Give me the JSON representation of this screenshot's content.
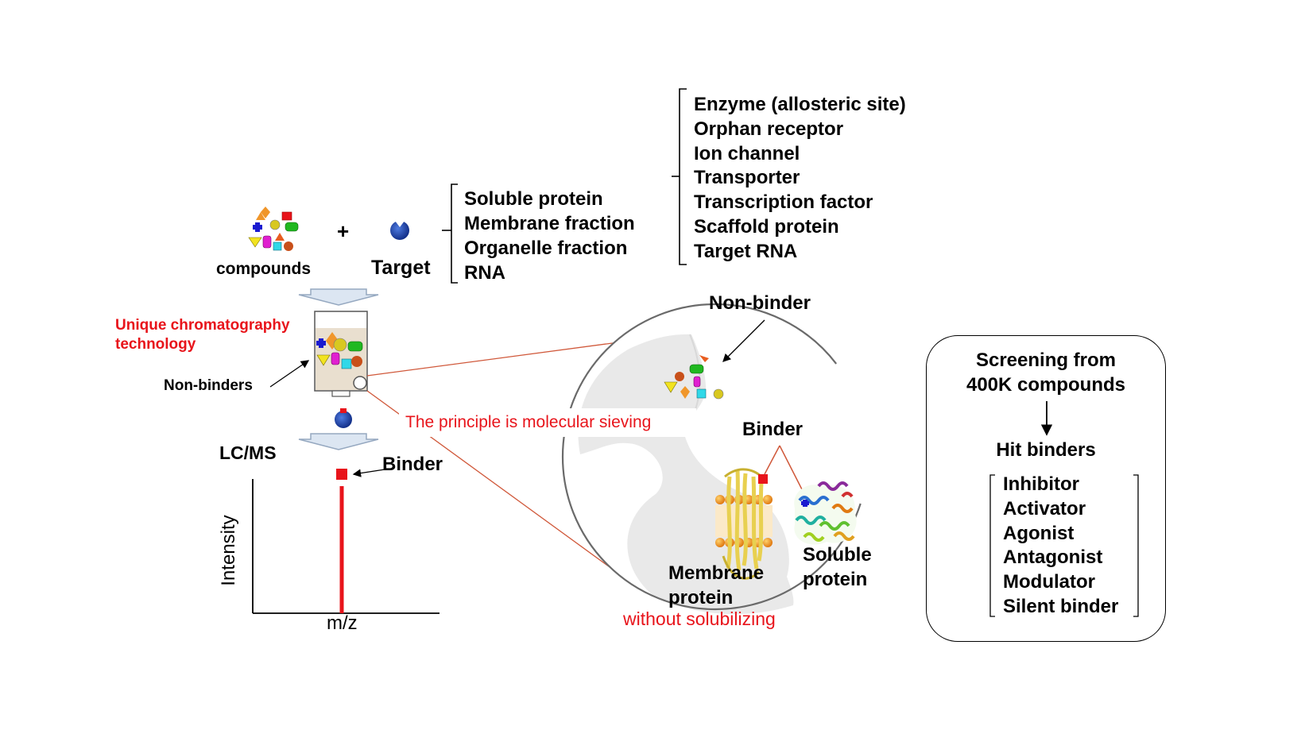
{
  "top": {
    "compounds_label": "compounds",
    "plus": "+",
    "target_label": "Target",
    "target_types": [
      "Soluble protein",
      "Membrane fraction",
      "Organelle fraction",
      "RNA"
    ],
    "target_classes": [
      "Enzyme (allosteric site)",
      "Orphan receptor",
      "Ion channel",
      "Transporter",
      "Transcription factor",
      "Scaffold protein",
      "Target RNA"
    ]
  },
  "column": {
    "technology_label": "Unique chromatography\ntechnology",
    "non_binders_label": "Non-binders"
  },
  "lcms": {
    "title": "LC/MS",
    "binder_label": "Binder",
    "y_axis_label": "Intensity",
    "x_axis_label": "m/z"
  },
  "zoom": {
    "principle_label": "The principle is molecular sieving",
    "non_binder_label": "Non-binder",
    "binder_label": "Binder",
    "membrane_protein_label": "Membrane\nprotein",
    "without_solubilizing_label": "without solubilizing",
    "soluble_protein_label": "Soluble\nprotein"
  },
  "screening": {
    "title": "Screening from\n400K compounds",
    "hit_label": "Hit binders",
    "hit_types": [
      "Inhibitor",
      "Activator",
      "Agonist",
      "Antagonist",
      "Modulator",
      "Silent binder"
    ]
  },
  "colors": {
    "accent_red": "#e8141b",
    "zoom_line": "#d0583a",
    "target_blue": "#1f4fc2",
    "arrow_fill": "#dce6f2",
    "arrow_stroke": "#95a8c0",
    "membrane_orange": "#f0962a",
    "helix_yellow": "#e6d040"
  }
}
